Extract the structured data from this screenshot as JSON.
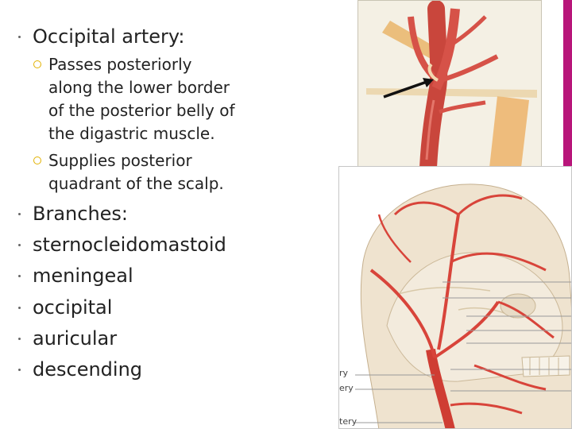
{
  "heading": "Occipital artery:",
  "subpoints": [
    {
      "lines": [
        "Passes posteriorly",
        "along the lower border",
        "of the posterior belly of",
        "the digastric muscle."
      ]
    },
    {
      "lines": [
        "Supplies posterior",
        "quadrant of the scalp."
      ]
    }
  ],
  "branches_heading": "Branches:",
  "branches": [
    "sternocleidomastoid",
    "meningeal",
    "occipital",
    "auricular",
    "descending"
  ],
  "image_label_fragments": [
    "ry",
    "ery",
    "tery"
  ],
  "colors": {
    "accent": "#b8157a",
    "sub_bullet": "#e2b100",
    "artery": "#d8443a"
  }
}
